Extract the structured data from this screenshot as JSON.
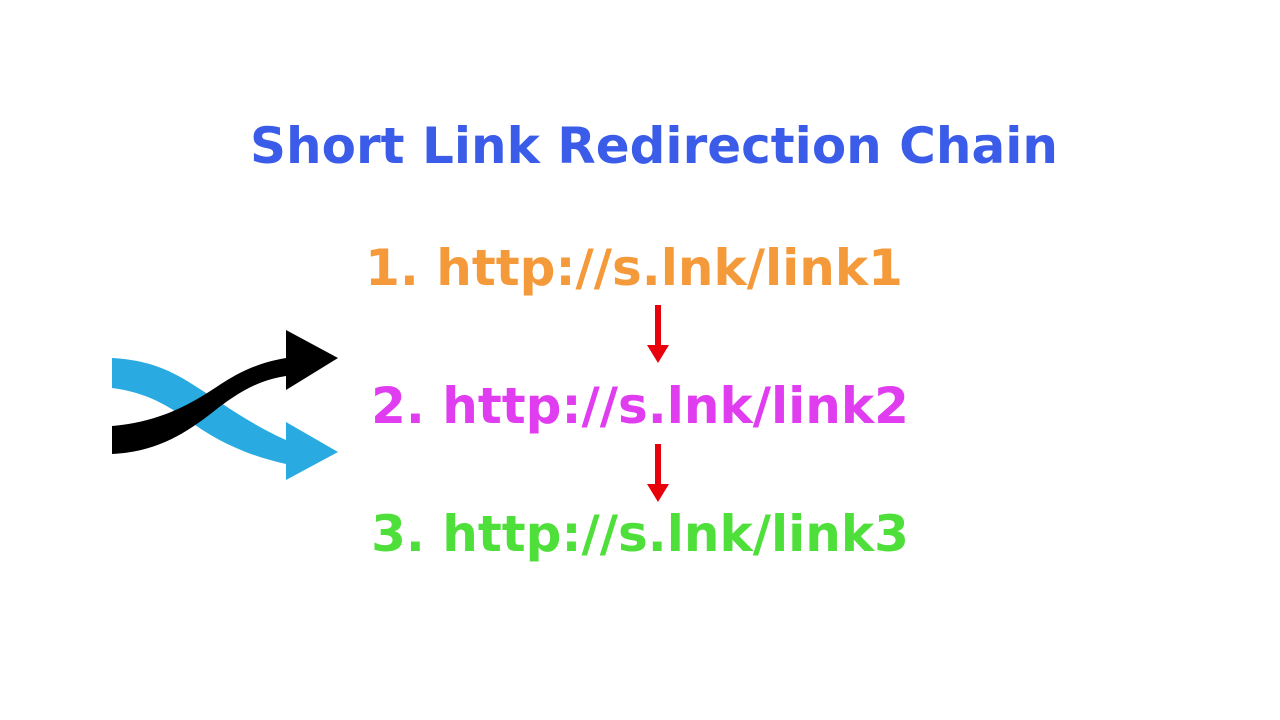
{
  "title": "Short Link Redirection Chain",
  "steps": [
    {
      "label": "1. http://s.lnk/link1",
      "color": "#f59a3b"
    },
    {
      "label": "2. http://s.lnk/link2",
      "color": "#e03cf0"
    },
    {
      "label": "3. http://s.lnk/link3",
      "color": "#4fdf3a"
    }
  ],
  "colors": {
    "title": "#3a5ce8",
    "chain_arrow": "#e8000b",
    "logo_blue": "#29abe2",
    "logo_black": "#000000"
  },
  "icons": {
    "logo": "shuffle-icon",
    "connector": "arrow-down-icon"
  }
}
